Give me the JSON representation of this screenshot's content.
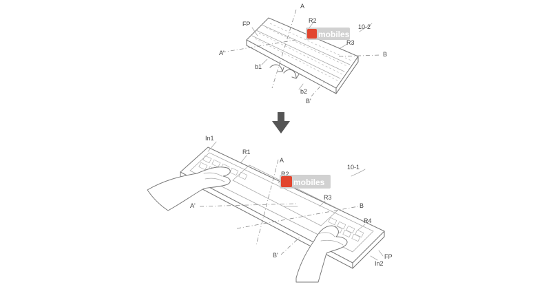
{
  "figure": {
    "top": {
      "ref": "10-2",
      "labels": {
        "A": "A",
        "A_prime": "A'",
        "B": "B",
        "B_prime": "B'",
        "FP": "FP",
        "R2": "R2",
        "R3": "R3",
        "b1": "b1",
        "b2": "b2"
      }
    },
    "bottom": {
      "ref": "10-1",
      "labels": {
        "In1": "In1",
        "In2": "In2",
        "R1": "R1",
        "R2": "R2",
        "R3": "R3",
        "R4": "R4",
        "A": "A",
        "A_prime": "A'",
        "B": "B",
        "B_prime": "B'",
        "FP": "FP"
      }
    },
    "watermark": {
      "text": "mobiles",
      "color": "#e2452e"
    },
    "arrow": {
      "direction": "down",
      "color": "#555555",
      "icon": "down-arrow-icon"
    }
  }
}
